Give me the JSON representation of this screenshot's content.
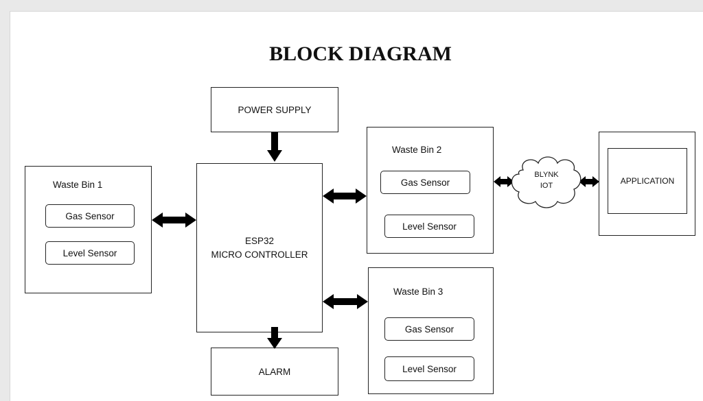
{
  "title": "BLOCK DIAGRAM",
  "power_supply": "POWER SUPPLY",
  "mcu": {
    "line1": "ESP32",
    "line2": "MICRO CONTROLLER"
  },
  "alarm": "ALARM",
  "bins": [
    {
      "label": "Waste Bin 1",
      "gas": "Gas Sensor",
      "level": "Level Sensor"
    },
    {
      "label": "Waste Bin 2",
      "gas": "Gas Sensor",
      "level": "Level Sensor"
    },
    {
      "label": "Waste Bin 3",
      "gas": "Gas Sensor",
      "level": "Level Sensor"
    }
  ],
  "cloud": {
    "line1": "BLYNK",
    "line2": "IOT"
  },
  "application": "APPLICATION"
}
